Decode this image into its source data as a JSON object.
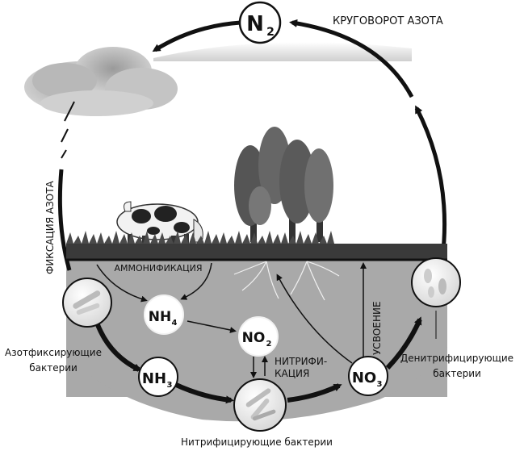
{
  "title": "КРУГОВОРОТ АЗОТА",
  "nodes": {
    "n2": {
      "main": "N",
      "sub": "2"
    },
    "nh4": {
      "main": "NH",
      "sub": "4"
    },
    "no2": {
      "main": "NO",
      "sub": "2"
    },
    "nh3": {
      "main": "NH",
      "sub": "3"
    },
    "no3": {
      "main": "NO",
      "sub": "3"
    }
  },
  "labels": {
    "fixation": "ФИКСАЦИЯ АЗОТА",
    "ammonification": "АММОНИФИКАЦИЯ",
    "nitrification_line1": "НИТРИФИ-",
    "nitrification_line2": "КАЦИЯ",
    "assimilation": "УСВОЕНИЕ",
    "nitrogen_fixing_line1": "Азотфиксирующие",
    "nitrogen_fixing_line2": "бактерии",
    "denitrifying_line1": "Денитрифицирующие",
    "denitrifying_line2": "бактерии",
    "nitrifying": "Нитрифицирующие бактерии"
  }
}
